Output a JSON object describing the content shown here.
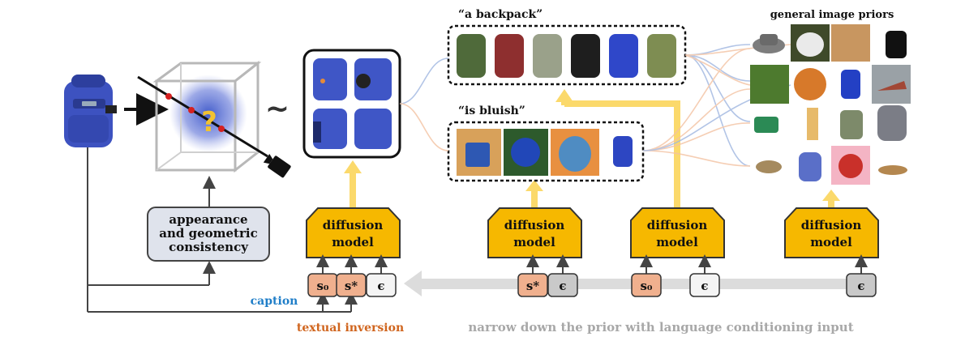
{
  "labels": {
    "a_backpack": "“a backpack”",
    "is_bluish": "“is bluish”",
    "general_image_priors": "general image priors",
    "caption": "caption",
    "textual_inversion": "textual inversion",
    "narrow_down": "narrow down the prior with language conditioning input",
    "tilde": "~",
    "question": "?"
  },
  "consistency_box": {
    "line1": "appearance",
    "line2": "and geometric",
    "line3": "consistency"
  },
  "diffusion_boxes": [
    {
      "line1": "diffusion",
      "line2": "model"
    },
    {
      "line1": "diffusion",
      "line2": "model"
    },
    {
      "line1": "diffusion",
      "line2": "model"
    },
    {
      "line1": "diffusion",
      "line2": "model"
    }
  ],
  "tokens": {
    "s0": "s₀",
    "s_star": "s*",
    "epsilon": "ϵ"
  },
  "colors": {
    "yellow": "#f6b800",
    "yellow_arrow": "#fbd96b",
    "token_orange": "#f0b08e",
    "token_gray": "#c9c9c9",
    "caption_blue": "#1f7ec8",
    "inversion_orange": "#d0651e",
    "narrow_gray": "#a8a8a8",
    "consistency_fill": "#dfe3ec"
  },
  "icons": {
    "backpack": "backpack-icon",
    "camera": "camera-icon"
  }
}
